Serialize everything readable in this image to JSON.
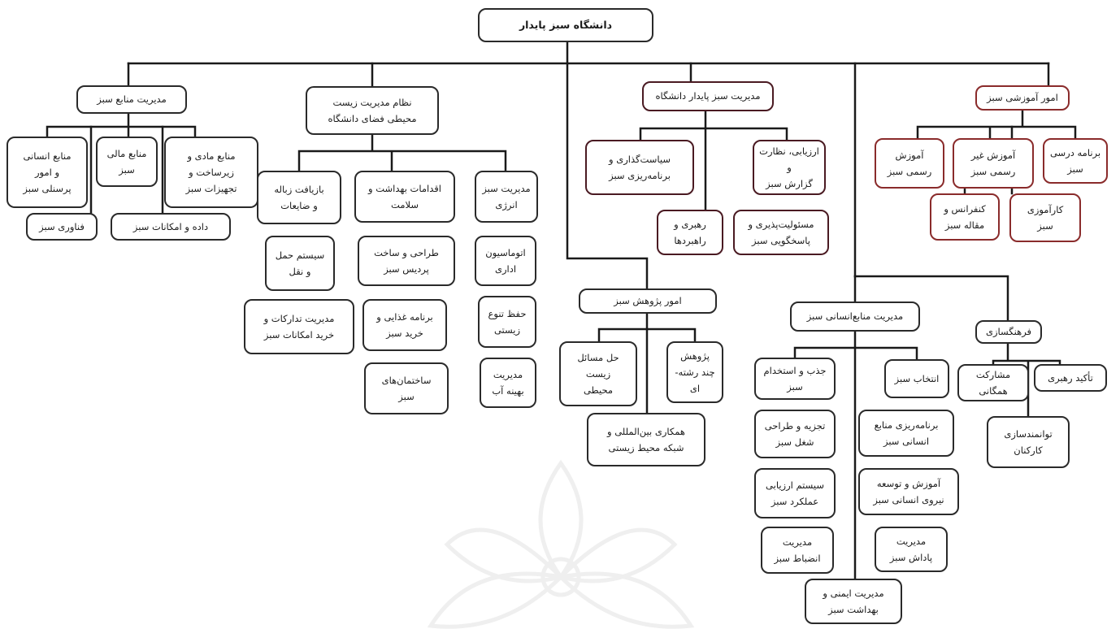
{
  "diagram": {
    "root": "دانشگاه سبز پایدار",
    "branches": {
      "education": {
        "title": "امور آموزشی سبز",
        "items": [
          "برنامه درسی\nسبز",
          "آموزش غیر\nرسمی سبز",
          "آموزش\nرسمی سبز",
          "کارآموزی\nسبز",
          "کنفرانس و\nمقاله سبز"
        ]
      },
      "management": {
        "title": "مدیریت سبز پایدار دانشگاه",
        "items": [
          "ارزیابی، نظارت و\nگزارش سبز",
          "سیاست‌گذاری و\nبرنامه‌ریزی سبز",
          "مسئولیت‌پذیری و\nپاسخگویی سبز",
          "رهبری و\nراهبردها"
        ]
      },
      "culture": {
        "title": "فرهنگسازی",
        "items": [
          "تأکید رهبری",
          "مشارکت\nهمگانی",
          "توانمندسازی\nکارکنان"
        ]
      },
      "hr": {
        "title": "مدیریت منابع‌انسانی سبز",
        "col_right": [
          "انتخاب سبز",
          "برنامه‌ریزی منابع\nانسانی سبز",
          "آموزش و توسعه\nنیروی انسانی سبز",
          "مدیریت\nپاداش سبز"
        ],
        "col_left": [
          "جذب و استخدام\nسبز",
          "تجزیه و طراحی\nشغل سبز",
          "سیستم ارزیابی\nعملکرد سبز",
          "مدیریت\nانضباط سبز"
        ],
        "bottom": "مدیریت ایمنی و\nبهداشت سبز"
      },
      "research": {
        "title": "امور پژوهش سبز",
        "items": [
          "پژوهش\nچند رشته-\nای",
          "حل مسائل\nزیست\nمحیطی",
          "همکاری بین‌المللی و\nشبکه محیط زیستی"
        ]
      },
      "ems": {
        "title": "نظام مدیریت زیست\nمحیطی فضای دانشگاه",
        "energy": [
          "مدیریت سبز\nانرژی",
          "اتوماسیون\nاداری",
          "حفظ تنوع\nزیستی",
          "مدیریت\nبهینه آب"
        ],
        "health": [
          "اقدامات بهداشت و\nسلامت",
          "طراحی و ساخت\nپردیس سبز",
          "برنامه غذایی و\nخرید سبز",
          "ساختمان‌های\nسبز"
        ],
        "waste": [
          "بازیافت زباله\nو ضایعات",
          "سیستم حمل\nو نقل",
          "مدیریت تدارکات و\nخرید امکانات سبز"
        ]
      },
      "resources": {
        "title": "مدیریت منابع سبز",
        "items": [
          "منابع مادی و\nزیرساخت و\nتجهیزات سبز",
          "منابع مالی\nسبز",
          "منابع انسانی\nو امور\nپرسنلی سبز",
          "داده و امکانات سبز",
          "فناوری سبز"
        ]
      }
    }
  },
  "colors": {
    "line": "#1a1a1a",
    "education_border": "#8a2b2b",
    "management_border": "#4a1a22",
    "default_border": "#2a2a2a"
  }
}
